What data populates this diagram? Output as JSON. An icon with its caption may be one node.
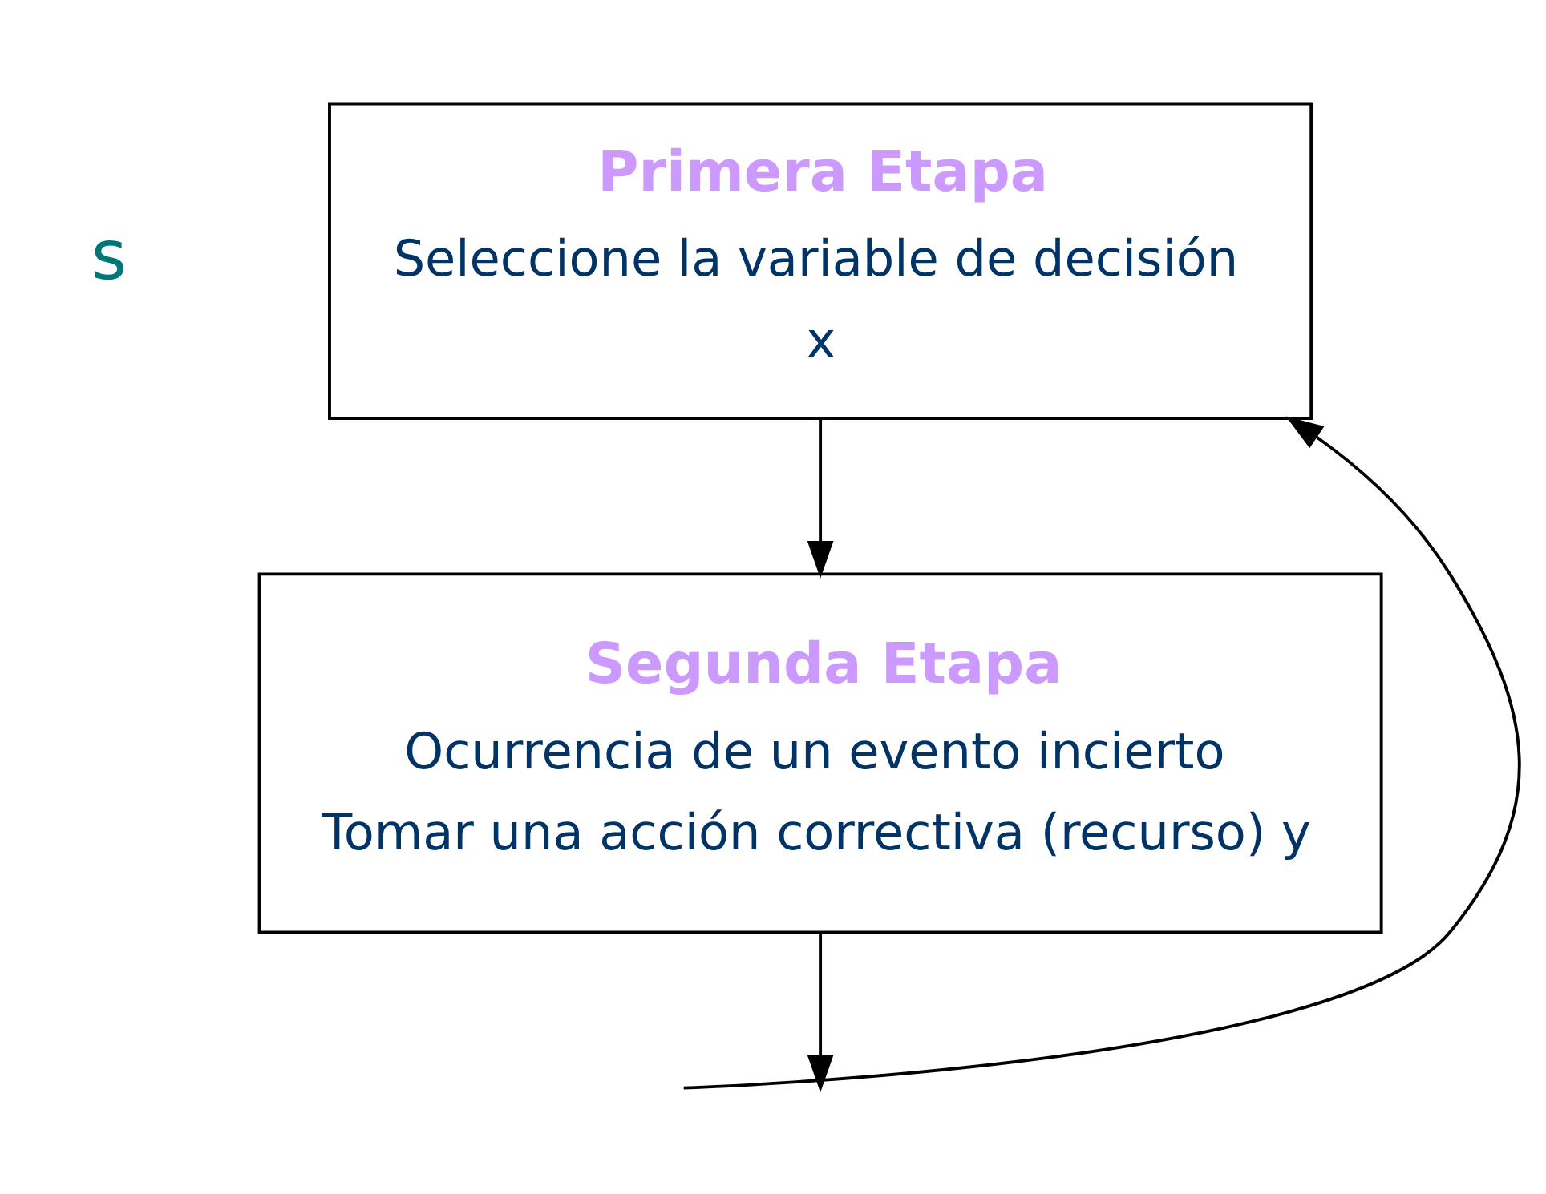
{
  "diagram": {
    "nodes": [
      {
        "text": [
          "Primera Etapa",
          "Seleccione la variable de decisión",
          "x"
        ]
      },
      {
        "text": [
          "Segunda Etapa",
          "Ocurrencia de un evento incierto",
          "Tomar una acción correctiva (recurso) y"
        ]
      }
    ],
    "edges": [
      {
        "from": 0,
        "to": 1,
        "arrow": "to"
      },
      {
        "from": 1,
        "to": null,
        "arrow": "to"
      },
      {
        "from": null,
        "to": 0,
        "arrow": "to"
      }
    ],
    "labels": [
      "s"
    ]
  }
}
